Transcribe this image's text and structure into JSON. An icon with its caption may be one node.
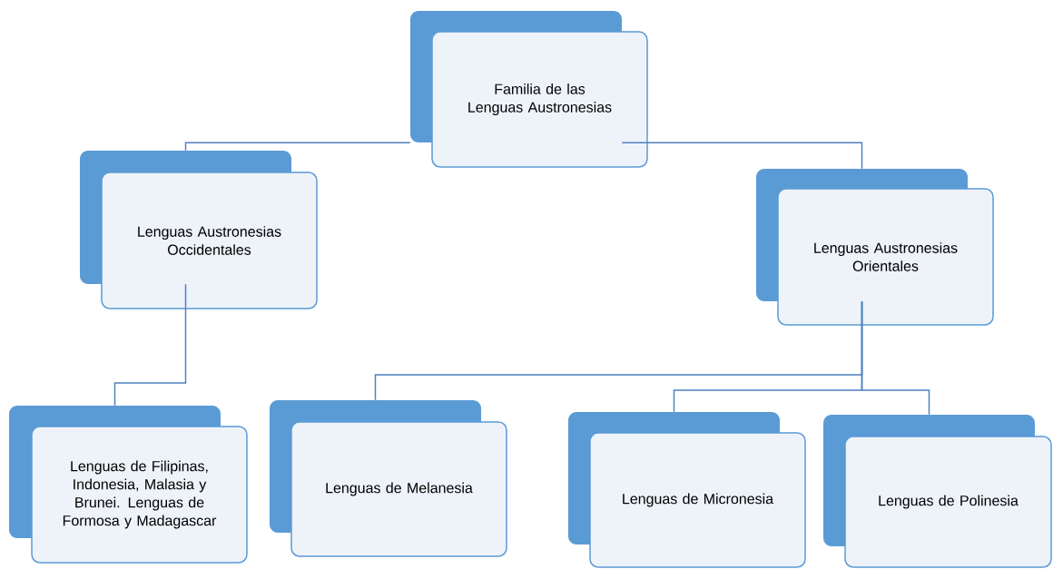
{
  "diagram": {
    "nodes": [
      {
        "text": [
          "Familia de las Lenguas Austronesias"
        ]
      },
      {
        "text": [
          "Lenguas Austronesias Occidentales"
        ]
      },
      {
        "text": [
          "Lenguas Austronesias Orientales"
        ]
      },
      {
        "text": [
          "Lenguas de Filipinas, Indonesia, Malasia y Brunei. Lenguas de Formosa y Madagascar"
        ]
      },
      {
        "text": [
          "Lenguas de Melanesia"
        ]
      },
      {
        "text": [
          "Lenguas de Micronesia"
        ]
      },
      {
        "text": [
          "Lenguas de Polinesia"
        ]
      }
    ],
    "edges": [
      {
        "from": 0,
        "to": 1,
        "arrow": "none"
      },
      {
        "from": 0,
        "to": 2,
        "arrow": "none"
      },
      {
        "from": 1,
        "to": 3,
        "arrow": "none"
      },
      {
        "from": 2,
        "to": 4,
        "arrow": "none"
      },
      {
        "from": 2,
        "to": 5,
        "arrow": "none"
      },
      {
        "from": 2,
        "to": 6,
        "arrow": "none"
      }
    ]
  }
}
